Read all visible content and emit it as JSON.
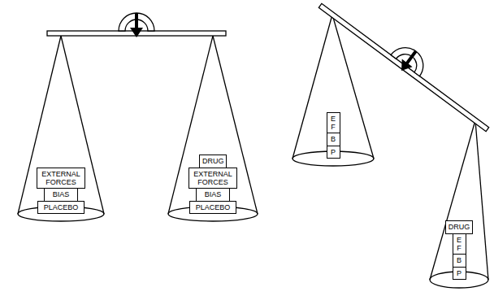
{
  "diagram": {
    "nodes": [
      {
        "text": [
          "EXTERNAL FORCES"
        ]
      },
      {
        "text": [
          "BIAS"
        ]
      },
      {
        "text": [
          "PLACEBO"
        ]
      },
      {
        "text": [
          "DRUG"
        ]
      },
      {
        "text": [
          "EXTERNAL FORCES"
        ]
      },
      {
        "text": [
          "BIAS"
        ]
      },
      {
        "text": [
          "PLACEBO"
        ]
      },
      {
        "text": [
          "E F"
        ]
      },
      {
        "text": [
          "B"
        ]
      },
      {
        "text": [
          "P"
        ]
      },
      {
        "text": [
          "DRUG"
        ]
      },
      {
        "text": [
          "E F"
        ]
      },
      {
        "text": [
          "B"
        ]
      },
      {
        "text": [
          "P"
        ]
      }
    ]
  }
}
